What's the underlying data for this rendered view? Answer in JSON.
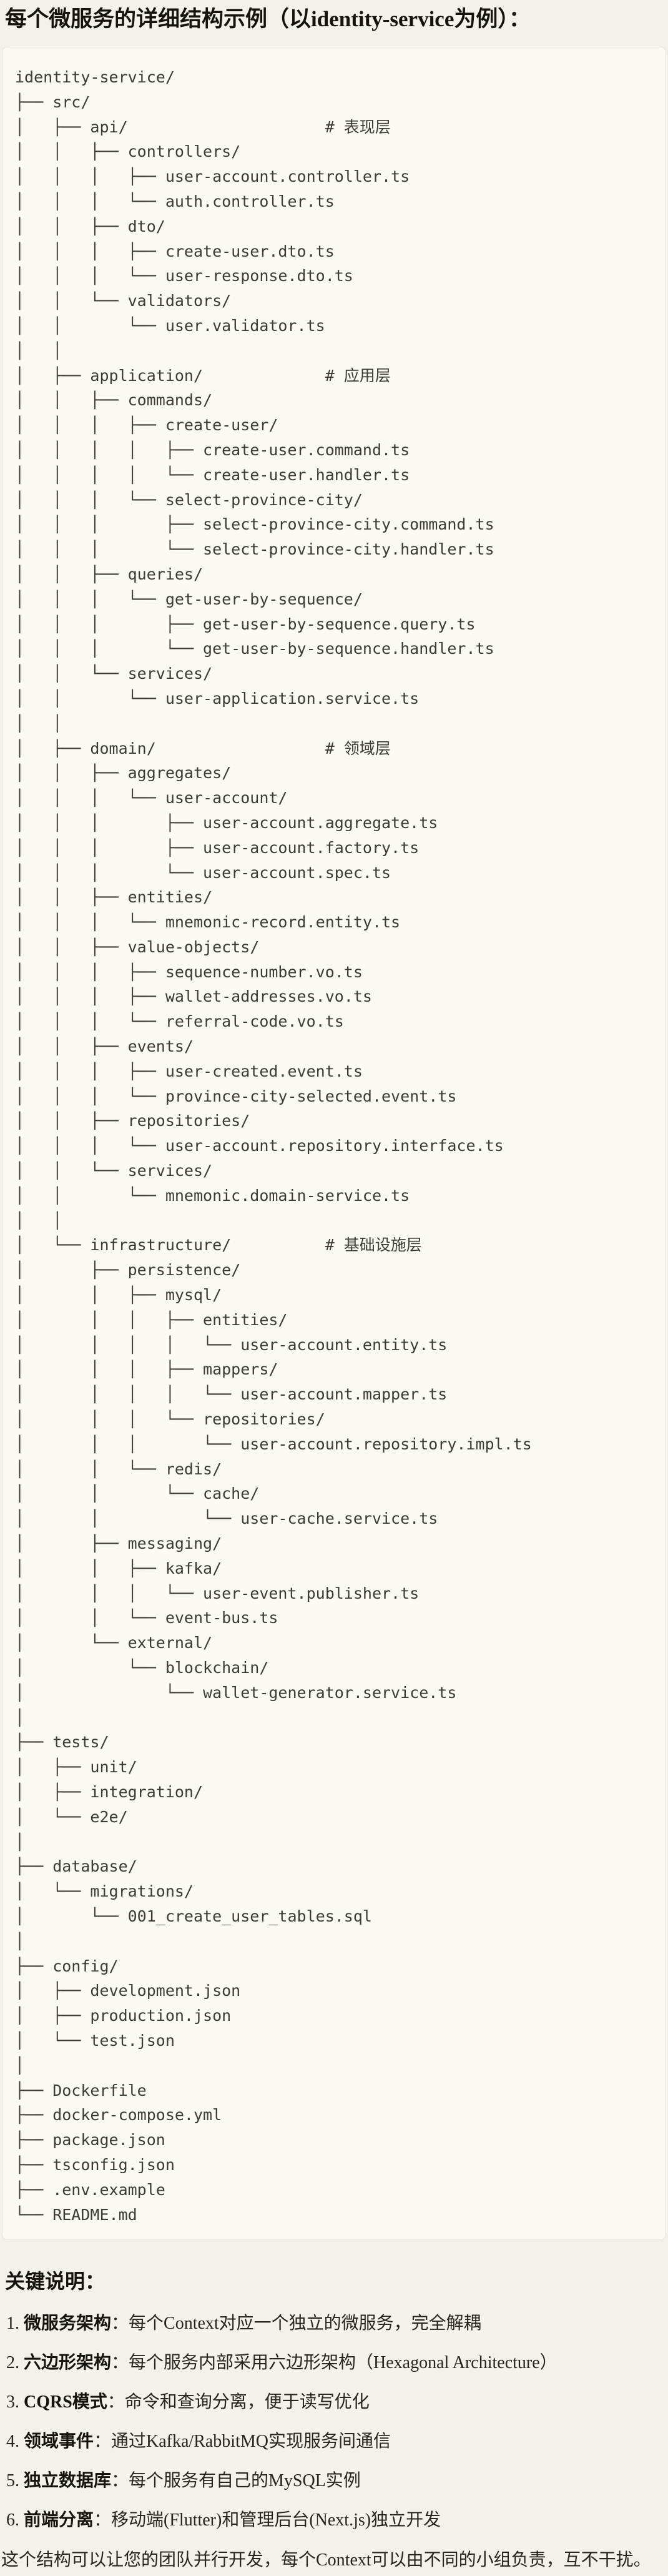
{
  "title": "每个微服务的详细结构示例（以identity-service为例）：",
  "tree": {
    "lines": [
      "identity-service/",
      "├── src/",
      "│   ├── api/                     # 表现层",
      "│   │   ├── controllers/",
      "│   │   │   ├── user-account.controller.ts",
      "│   │   │   └── auth.controller.ts",
      "│   │   ├── dto/",
      "│   │   │   ├── create-user.dto.ts",
      "│   │   │   └── user-response.dto.ts",
      "│   │   └── validators/",
      "│   │       └── user.validator.ts",
      "│   │",
      "│   ├── application/             # 应用层",
      "│   │   ├── commands/",
      "│   │   │   ├── create-user/",
      "│   │   │   │   ├── create-user.command.ts",
      "│   │   │   │   └── create-user.handler.ts",
      "│   │   │   └── select-province-city/",
      "│   │   │       ├── select-province-city.command.ts",
      "│   │   │       └── select-province-city.handler.ts",
      "│   │   ├── queries/",
      "│   │   │   └── get-user-by-sequence/",
      "│   │   │       ├── get-user-by-sequence.query.ts",
      "│   │   │       └── get-user-by-sequence.handler.ts",
      "│   │   └── services/",
      "│   │       └── user-application.service.ts",
      "│   │",
      "│   ├── domain/                  # 领域层",
      "│   │   ├── aggregates/",
      "│   │   │   └── user-account/",
      "│   │   │       ├── user-account.aggregate.ts",
      "│   │   │       ├── user-account.factory.ts",
      "│   │   │       └── user-account.spec.ts",
      "│   │   ├── entities/",
      "│   │   │   └── mnemonic-record.entity.ts",
      "│   │   ├── value-objects/",
      "│   │   │   ├── sequence-number.vo.ts",
      "│   │   │   ├── wallet-addresses.vo.ts",
      "│   │   │   └── referral-code.vo.ts",
      "│   │   ├── events/",
      "│   │   │   ├── user-created.event.ts",
      "│   │   │   └── province-city-selected.event.ts",
      "│   │   ├── repositories/",
      "│   │   │   └── user-account.repository.interface.ts",
      "│   │   └── services/",
      "│   │       └── mnemonic.domain-service.ts",
      "│   │",
      "│   └── infrastructure/          # 基础设施层",
      "│       ├── persistence/",
      "│       │   ├── mysql/",
      "│       │   │   ├── entities/",
      "│       │   │   │   └── user-account.entity.ts",
      "│       │   │   ├── mappers/",
      "│       │   │   │   └── user-account.mapper.ts",
      "│       │   │   └── repositories/",
      "│       │   │       └── user-account.repository.impl.ts",
      "│       │   └── redis/",
      "│       │       └── cache/",
      "│       │           └── user-cache.service.ts",
      "│       ├── messaging/",
      "│       │   ├── kafka/",
      "│       │   │   └── user-event.publisher.ts",
      "│       │   └── event-bus.ts",
      "│       └── external/",
      "│           └── blockchain/",
      "│               └── wallet-generator.service.ts",
      "│",
      "├── tests/",
      "│   ├── unit/",
      "│   ├── integration/",
      "│   └── e2e/",
      "│",
      "├── database/",
      "│   └── migrations/",
      "│       └── 001_create_user_tables.sql",
      "│",
      "├── config/",
      "│   ├── development.json",
      "│   ├── production.json",
      "│   └── test.json",
      "│",
      "├── Dockerfile",
      "├── docker-compose.yml",
      "├── package.json",
      "├── tsconfig.json",
      "├── .env.example",
      "└── README.md"
    ]
  },
  "notes": {
    "heading": "关键说明：",
    "items": [
      {
        "num": "1.",
        "term": "微服务架构",
        "rest": "：每个Context对应一个独立的微服务，完全解耦"
      },
      {
        "num": "2.",
        "term": "六边形架构",
        "rest": "：每个服务内部采用六边形架构（Hexagonal Architecture）"
      },
      {
        "num": "3.",
        "term": "CQRS模式",
        "rest": "：命令和查询分离，便于读写优化"
      },
      {
        "num": "4.",
        "term": "领域事件",
        "rest": "：通过Kafka/RabbitMQ实现服务间通信"
      },
      {
        "num": "5.",
        "term": "独立数据库",
        "rest": "：每个服务有自己的MySQL实例"
      },
      {
        "num": "6.",
        "term": "前端分离",
        "rest": "：移动端(Flutter)和管理后台(Next.js)独立开发"
      }
    ],
    "closing": "这个结构可以让您的团队并行开发，每个Context可以由不同的小组负责，互不干扰。"
  }
}
